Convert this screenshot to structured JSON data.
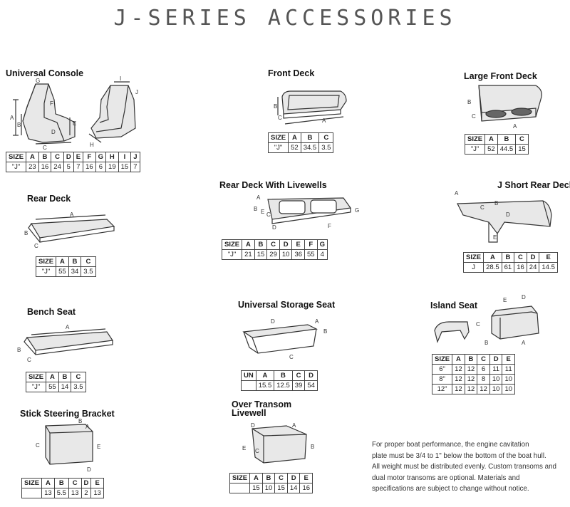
{
  "title": "J-SERIES ACCESSORIES",
  "items": {
    "universal_console": {
      "name": "Universal Console",
      "labels": [
        "G",
        "F",
        "A",
        "B",
        "E",
        "D",
        "C",
        "I",
        "J",
        "H"
      ],
      "table": [
        [
          "SIZE",
          "A",
          "B",
          "C",
          "D",
          "E",
          "F",
          "G",
          "H",
          "I",
          "J"
        ],
        [
          "\"J\"",
          "23",
          "16",
          "24",
          "5",
          "7",
          "16",
          "6",
          "19",
          "15",
          "7"
        ]
      ]
    },
    "front_deck": {
      "name": "Front Deck",
      "labels": [
        "B",
        "C",
        "A"
      ],
      "table": [
        [
          "SIZE",
          "A",
          "B",
          "C"
        ],
        [
          "\"J\"",
          "52",
          "34.5",
          "3.5"
        ]
      ]
    },
    "large_front_deck": {
      "name": "Large Front Deck",
      "labels": [
        "B",
        "C",
        "A"
      ],
      "table": [
        [
          "SIZE",
          "A",
          "B",
          "C"
        ],
        [
          "\"J\"",
          "52",
          "44.5",
          "15"
        ]
      ]
    },
    "rear_deck": {
      "name": "Rear Deck",
      "labels": [
        "A",
        "B",
        "C"
      ],
      "table": [
        [
          "SIZE",
          "A",
          "B",
          "C"
        ],
        [
          "\"J\"",
          "55",
          "34",
          "3.5"
        ]
      ]
    },
    "rear_deck_livewells": {
      "name": "Rear Deck With Livewells",
      "labels": [
        "B",
        "E",
        "C",
        "A",
        "D",
        "F",
        "G"
      ],
      "table": [
        [
          "SIZE",
          "A",
          "B",
          "C",
          "D",
          "E",
          "F",
          "G"
        ],
        [
          "\"J\"",
          "21",
          "15",
          "29",
          "10",
          "36",
          "55",
          "4"
        ]
      ]
    },
    "j_short_rear_deck": {
      "name": "J Short Rear Deck",
      "labels": [
        "A",
        "C",
        "B",
        "D",
        "E"
      ],
      "table": [
        [
          "SIZE",
          "A",
          "B",
          "C",
          "D",
          "E"
        ],
        [
          "J",
          "28.5",
          "61",
          "16",
          "24",
          "14.5"
        ]
      ]
    },
    "bench_seat": {
      "name": "Bench Seat",
      "labels": [
        "A",
        "B",
        "C"
      ],
      "table": [
        [
          "SIZE",
          "A",
          "B",
          "C"
        ],
        [
          "\"J\"",
          "55",
          "14",
          "3.5"
        ]
      ]
    },
    "universal_storage_seat": {
      "name": "Universal Storage Seat",
      "labels": [
        "D",
        "A",
        "B",
        "C"
      ],
      "table": [
        [
          "UN",
          "A",
          "B",
          "C",
          "D"
        ],
        [
          "",
          "15.5",
          "12.5",
          "39",
          "54"
        ]
      ]
    },
    "island_seat": {
      "name": "Island Seat",
      "labels": [
        "E",
        "D",
        "C",
        "B",
        "A"
      ],
      "table": [
        [
          "SIZE",
          "A",
          "B",
          "C",
          "D",
          "E"
        ],
        [
          "6\"",
          "12",
          "12",
          "6",
          "11",
          "11"
        ],
        [
          "8\"",
          "12",
          "12",
          "8",
          "10",
          "10"
        ],
        [
          "12\"",
          "12",
          "12",
          "12",
          "10",
          "10"
        ]
      ]
    },
    "stick_steering_bracket": {
      "name": "Stick Steering Bracket",
      "labels": [
        "B",
        "A",
        "C",
        "E",
        "D"
      ],
      "table": [
        [
          "SIZE",
          "A",
          "B",
          "C",
          "D",
          "E"
        ],
        [
          "",
          "13",
          "5.5",
          "13",
          "2",
          "13"
        ]
      ]
    },
    "over_transom_livewell": {
      "name_line1": "Over Transom",
      "name_line2": "Livewell",
      "labels": [
        "D",
        "A",
        "E",
        "C",
        "B"
      ],
      "table": [
        [
          "SIZE",
          "A",
          "B",
          "C",
          "D",
          "E"
        ],
        [
          "",
          "15",
          "10",
          "15",
          "14",
          "16"
        ]
      ]
    }
  },
  "note": {
    "line1": "For proper boat performance, the engine cavitation",
    "line2": "plate must be 3/4 to 1\" below the bottom of the boat hull.",
    "line3": "All weight must be distributed evenly. Custom transoms and",
    "line4": "dual motor transoms are optional. Materials and",
    "line5": "specifications are subject to change without notice."
  }
}
